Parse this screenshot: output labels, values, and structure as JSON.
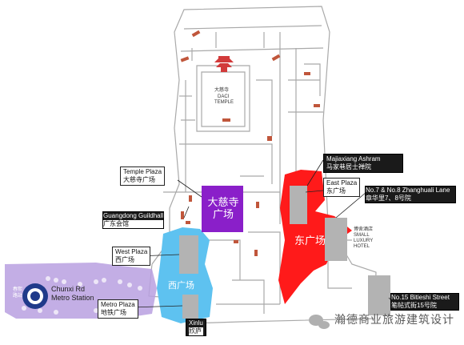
{
  "map": {
    "colors": {
      "background": "#ffffff",
      "outline": "#a9a9a9",
      "east_plaza": "#ff1a1a",
      "west_plaza": "#5ec2f0",
      "temple_square": "#8a1fc9",
      "metro_area": "#b8a0e0",
      "building": "#b3b3b3",
      "marker": "#c0563b",
      "metro_icon": "#1f3a8a"
    },
    "temple": {
      "name_cn": "大慈寺",
      "name_en_1": "DACI",
      "name_en_2": "TEMPLE",
      "icon": "temple-pagoda-icon"
    },
    "plazas": {
      "temple_square_label": "大慈寺\n广场",
      "east_square_label": "东广场",
      "west_square_label": "西广场"
    },
    "callouts": [
      {
        "id": "majiaxiang",
        "en": "Majiaxiang Ashram",
        "cn": "马家巷居士禅院"
      },
      {
        "id": "east-plaza",
        "en": "East Plaza",
        "cn": "东广场"
      },
      {
        "id": "no7-no8",
        "en": "No.7 & No.8 Zhanghuali Lane",
        "cn": "章华里7、8号院"
      },
      {
        "id": "temple-plaza",
        "en": "Temple Plaza",
        "cn": "大慈寺广场"
      },
      {
        "id": "guangdong",
        "en": "Guangdong Guildhall",
        "cn": "广东会馆"
      },
      {
        "id": "west-plaza",
        "en": "West Plaza",
        "cn": "西广场"
      },
      {
        "id": "metro-plaza",
        "en": "Metro Plaza",
        "cn": "地铁广场"
      },
      {
        "id": "xinlu",
        "en": "Xinlu",
        "cn": "欣庐"
      },
      {
        "id": "no15",
        "en": "No.15 Bitieshi Street",
        "cn": "笔帖式街15号院"
      }
    ],
    "hotel": {
      "cn": "博舍酒店",
      "en_1": "SMALL",
      "en_2": "LUXURY",
      "en_3": "HOTEL"
    },
    "metro": {
      "name_en_1": "Chunxi Rd",
      "name_en_2": "Metro Station",
      "icon_cn": "春熙\n路站",
      "icon": "metro-logo-icon"
    },
    "watermark": {
      "text": "瀚德商业旅游建筑设计",
      "icon": "wechat-icon"
    }
  }
}
